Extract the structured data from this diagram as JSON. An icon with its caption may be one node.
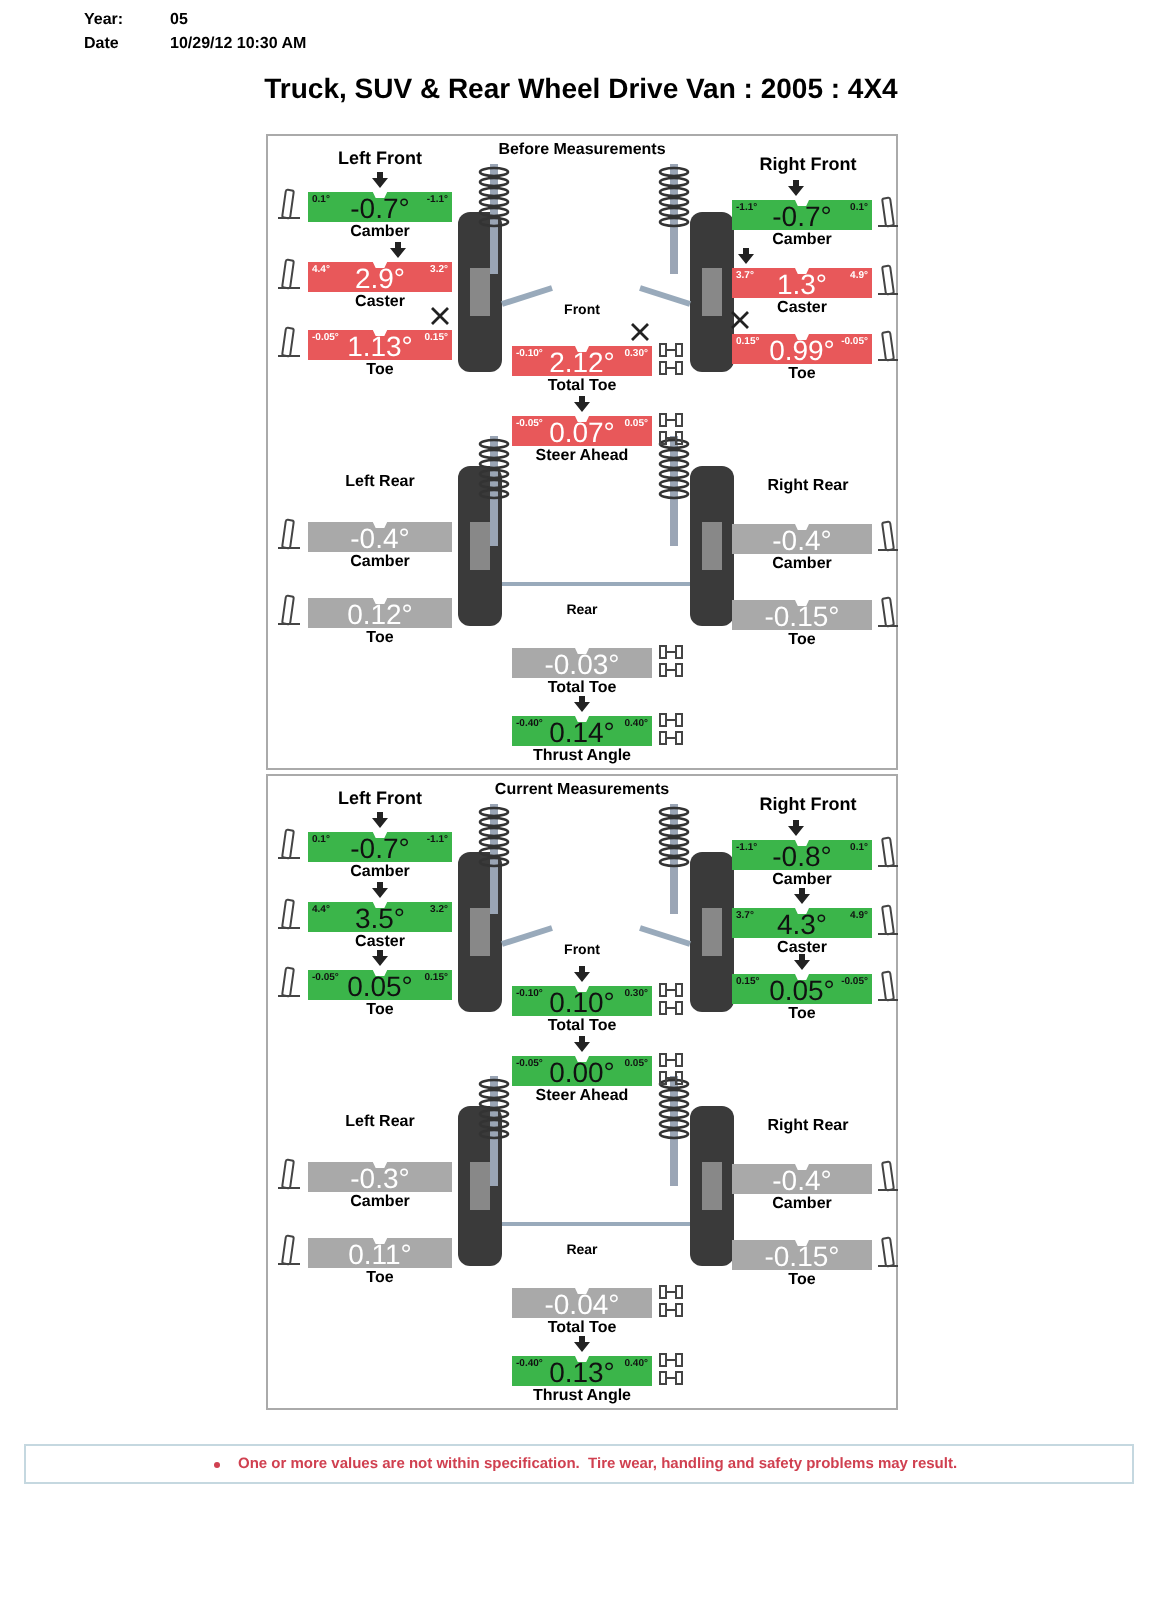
{
  "diagram": {
    "title": "Truck, SUV & Rear Wheel Drive Van : 2005 : 4X4",
    "nodes": [
      {
        "text": [
          "Before Measurements"
        ]
      },
      {
        "text": [
          "0.1°",
          "-0.7°",
          "-1.1°",
          "Camber"
        ],
        "in": 0
      },
      {
        "text": [
          "-1.1°",
          "-0.7°",
          "0.1°",
          "Camber"
        ],
        "in": 0
      },
      {
        "text": [
          "4.4°",
          "2.9°",
          "3.2°",
          "Caster"
        ],
        "in": 0
      },
      {
        "text": [
          "3.7°",
          "1.3°",
          "4.9°",
          "Caster"
        ],
        "in": 0
      },
      {
        "text": [
          "-0.05°",
          "1.13°",
          "0.15°",
          "Toe"
        ],
        "in": 0
      },
      {
        "text": [
          "-0.10°",
          "2.12°",
          "0.30°",
          "Total Toe"
        ],
        "in": 0
      },
      {
        "text": [
          "0.15°",
          "0.99°",
          "-0.05°",
          "Toe"
        ],
        "in": 0
      },
      {
        "text": [
          "-0.05°",
          "0.07°",
          "0.05°",
          "Steer Ahead"
        ],
        "in": 0
      },
      {
        "text": [
          "-0.4°",
          "Camber"
        ],
        "in": 0
      },
      {
        "text": [
          "-0.4°",
          "Camber"
        ],
        "in": 0
      },
      {
        "text": [
          "0.12°",
          "Toe"
        ],
        "in": 0
      },
      {
        "text": [
          "-0.15°",
          "Toe"
        ],
        "in": 0
      },
      {
        "text": [
          "-0.03°",
          "Total Toe"
        ],
        "in": 0
      },
      {
        "text": [
          "-0.40°",
          "0.14°",
          "0.40°",
          "Thrust Angle"
        ],
        "in": 0
      },
      {
        "text": [
          "Current Measurements"
        ]
      },
      {
        "text": [
          "0.1°",
          "-0.7°",
          "-1.1°",
          "Camber"
        ],
        "in": 15
      },
      {
        "text": [
          "-1.1°",
          "-0.8°",
          "0.1°",
          "Camber"
        ],
        "in": 15
      },
      {
        "text": [
          "4.4°",
          "3.5°",
          "3.2°",
          "Caster"
        ],
        "in": 15
      },
      {
        "text": [
          "3.7°",
          "4.3°",
          "4.9°",
          "Caster"
        ],
        "in": 15
      },
      {
        "text": [
          "-0.05°",
          "0.05°",
          "0.15°",
          "Toe"
        ],
        "in": 15
      },
      {
        "text": [
          "-0.10°",
          "0.10°",
          "0.30°",
          "Total Toe"
        ],
        "in": 15
      },
      {
        "text": [
          "0.15°",
          "0.05°",
          "-0.05°",
          "Toe"
        ],
        "in": 15
      },
      {
        "text": [
          "-0.05°",
          "0.00°",
          "0.05°",
          "Steer Ahead"
        ],
        "in": 15
      },
      {
        "text": [
          "-0.3°",
          "Camber"
        ],
        "in": 15
      },
      {
        "text": [
          "-0.4°",
          "Camber"
        ],
        "in": 15
      },
      {
        "text": [
          "0.11°",
          "Toe"
        ],
        "in": 15
      },
      {
        "text": [
          "-0.15°",
          "Toe"
        ],
        "in": 15
      },
      {
        "text": [
          "-0.04°",
          "Total Toe"
        ],
        "in": 15
      },
      {
        "text": [
          "-0.40°",
          "0.13°",
          "0.40°",
          "Thrust Angle"
        ],
        "in": 15
      },
      {
        "text": [
          "One or more values are not within specification.  Tire wear, handling and safety problems may result."
        ]
      }
    ],
    "labels": [
      "Year:",
      "05",
      "Date",
      "10/29/12 10:30 AM",
      "Left Front",
      "Right Front",
      "Front",
      "Left Rear",
      "Right Rear",
      "Rear",
      "Left Front",
      "Right Front",
      "Front",
      "Left Rear",
      "Right Rear",
      "Rear"
    ]
  }
}
